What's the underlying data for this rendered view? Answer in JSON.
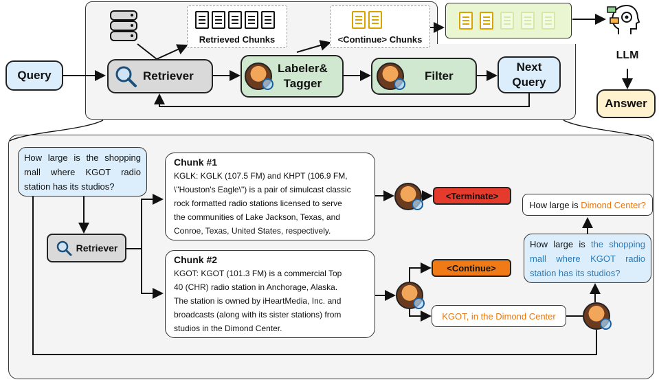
{
  "top": {
    "retrieved_chunks_label": "Retrieved Chunks",
    "continue_chunks_label": "<Continue> Chunks",
    "query_label": "Query",
    "retriever_label": "Retriever",
    "labeler_label_line1": "Labeler&",
    "labeler_label_line2": "Tagger",
    "filter_label": "Filter",
    "next_query_line1": "Next",
    "next_query_line2": "Query",
    "llm_label": "LLM",
    "answer_label": "Answer"
  },
  "bottom": {
    "question": "How large is the shopping mall where KGOT radio station has its studios?",
    "retriever_label": "Retriever",
    "chunk1": {
      "title": "Chunk #1",
      "lines": [
        "KGLK: KGLK (107.5 FM) and KHPT (106.9 FM,",
        "\\\"Houston's Eagle\\\") is a pair of simulcast classic",
        "rock formatted radio stations licensed to serve",
        "the communities of Lake Jackson, Texas, and",
        "Conroe, Texas, United States, respectively."
      ]
    },
    "chunk2": {
      "title": "Chunk #2",
      "lines": [
        "KGOT: KGOT (101.3 FM) is a commercial Top",
        "40 (CHR) radio station in Anchorage, Alaska.",
        "The station is owned by iHeartMedia, Inc. and",
        "broadcasts (along with its sister stations) from",
        "studios in the Dimond Center."
      ]
    },
    "terminate_tag": "<Terminate>",
    "continue_tag": "<Continue>",
    "extracted": "KGOT, in the Dimond Center",
    "rewrite_prefix": "How large is ",
    "rewrite_highlight": "the shopping mall where KGOT radio station has its studios?",
    "new_prefix": "How large is ",
    "new_highlight": "Dimond Center?"
  },
  "colors": {
    "query_fill": "#dceefb",
    "retriever_fill": "#d9d9d9",
    "labeler_fill": "#cfe8cf",
    "filter_fill": "#cfe8cf",
    "answer_fill": "#fff3cf",
    "terminate_fill": "#e53b2c",
    "continue_fill": "#f07b16",
    "orange_text": "#e8770e",
    "blue_text": "#2a7ab8",
    "panel_fill": "#f4f4f4"
  }
}
